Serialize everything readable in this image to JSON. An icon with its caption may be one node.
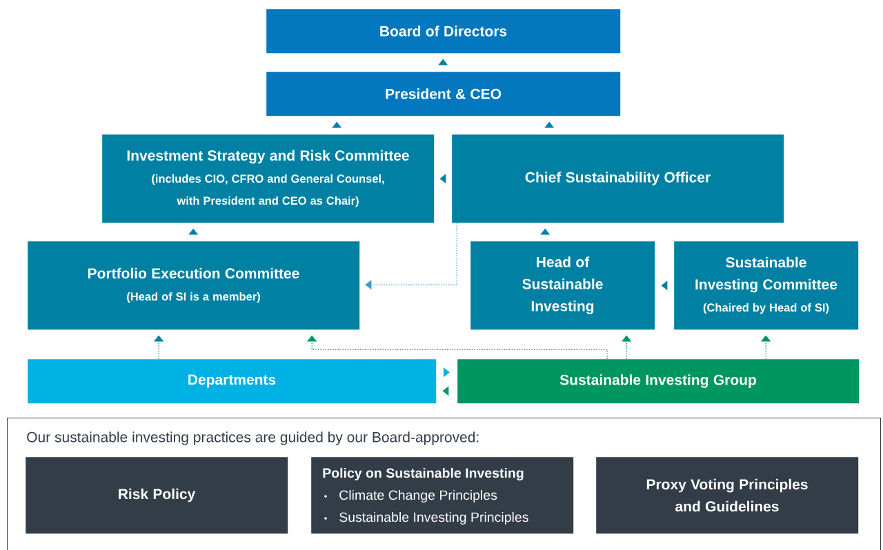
{
  "diagram": {
    "nodes": [
      {
        "text": [
          "Board of Directors"
        ]
      },
      {
        "text": [
          "President & CEO"
        ]
      },
      {
        "text": [
          "Investment Strategy and Risk Committee",
          "(includes CIO, CFRO and General Counsel, with President and CEO as Chair)"
        ]
      },
      {
        "text": [
          "Chief Sustainability Officer"
        ]
      },
      {
        "text": [
          "Portfolio Execution Committee",
          "(Head of SI is a member)"
        ]
      },
      {
        "text": [
          "Head of Sustainable Investing"
        ]
      },
      {
        "text": [
          "Sustainable Investing Committee",
          "(Chaired by Head of SI)"
        ]
      },
      {
        "text": [
          "Departments"
        ]
      },
      {
        "text": [
          "Sustainable Investing Group"
        ]
      },
      {
        "text": [
          "Our sustainable investing practices are guided by our Board-approved:"
        ]
      },
      {
        "text": [
          "Risk Policy"
        ],
        "in": 9
      },
      {
        "text": [
          "Policy on Sustainable Investing",
          "Climate Change Principles",
          "Sustainable Investing Principles"
        ],
        "in": 9
      },
      {
        "text": [
          "Proxy Voting Principles and Guidelines"
        ],
        "in": 9
      }
    ],
    "edges": [
      {
        "from": 1,
        "to": 0,
        "arrow": "to"
      },
      {
        "from": 2,
        "to": 1,
        "arrow": "to"
      },
      {
        "from": 3,
        "to": 1,
        "arrow": "to"
      },
      {
        "from": 3,
        "to": 2,
        "arrow": "to"
      },
      {
        "from": 4,
        "to": 2,
        "arrow": "to"
      },
      {
        "from": 3,
        "to": 4,
        "arrow": "to",
        "style": "dashed",
        "color": "#3a9bd5"
      },
      {
        "from": 5,
        "to": 3,
        "arrow": "to"
      },
      {
        "from": 6,
        "to": 5,
        "arrow": "to"
      },
      {
        "from": 7,
        "to": 4,
        "arrow": "to",
        "style": "dashed"
      },
      {
        "from": 8,
        "to": 4,
        "arrow": "to",
        "style": "dashed",
        "color": "#009661"
      },
      {
        "from": 8,
        "to": 5,
        "arrow": "to",
        "style": "dashed",
        "color": "#009661"
      },
      {
        "from": 8,
        "to": 6,
        "arrow": "to",
        "style": "dashed",
        "color": "#009661"
      },
      {
        "from": 7,
        "to": 8,
        "arrow": "to",
        "color": "#00b2e3"
      },
      {
        "from": 8,
        "to": 7,
        "arrow": "to",
        "color": "#009661"
      }
    ]
  }
}
